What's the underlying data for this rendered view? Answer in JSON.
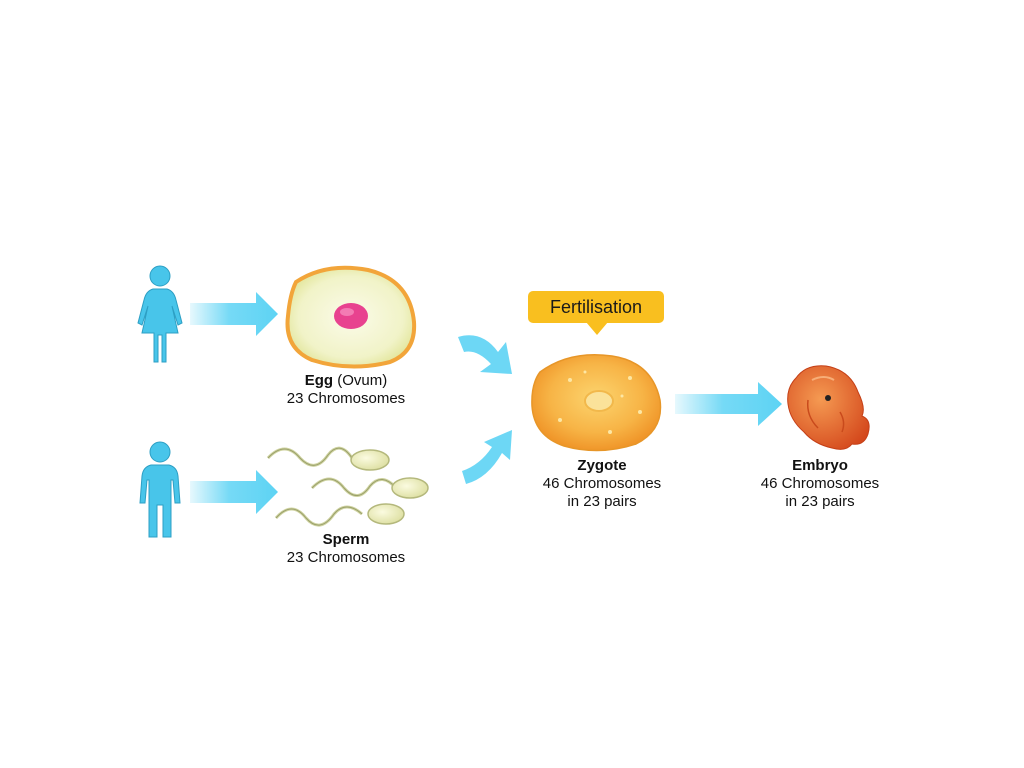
{
  "diagram": {
    "egg": {
      "name": "Egg",
      "qualifier": "(Ovum)",
      "chromosomes": "23 Chromosomes"
    },
    "sperm": {
      "name": "Sperm",
      "chromosomes": "23 Chromosomes"
    },
    "fertilisation": "Fertilisation",
    "zygote": {
      "name": "Zygote",
      "chromosomes": "46 Chromosomes",
      "pairs": "in 23 pairs"
    },
    "embryo": {
      "name": "Embryo",
      "chromosomes": "46 Chromosomes",
      "pairs": "in 23 pairs"
    }
  },
  "colors": {
    "arrow": "#5dd3f4",
    "person": "#48c5ea",
    "callout": "#f9bf1f",
    "egg_nucleus": "#e8428f",
    "zygote": "#f4a43a",
    "embryo": "#e8632a"
  }
}
